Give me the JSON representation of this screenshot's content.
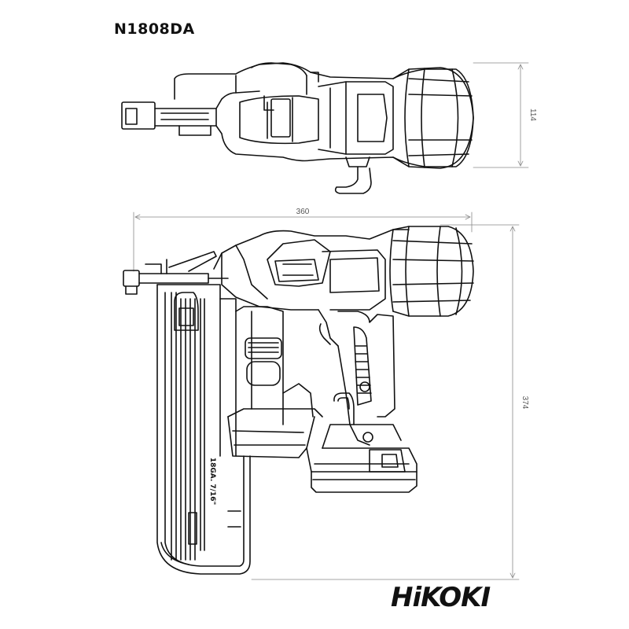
{
  "product": {
    "model": "N1808DA",
    "brand": "HiKOKI",
    "magazine_label": "18GA. 7/16\""
  },
  "dimensions": {
    "width_top_view": "114",
    "length": "360",
    "height": "374"
  }
}
